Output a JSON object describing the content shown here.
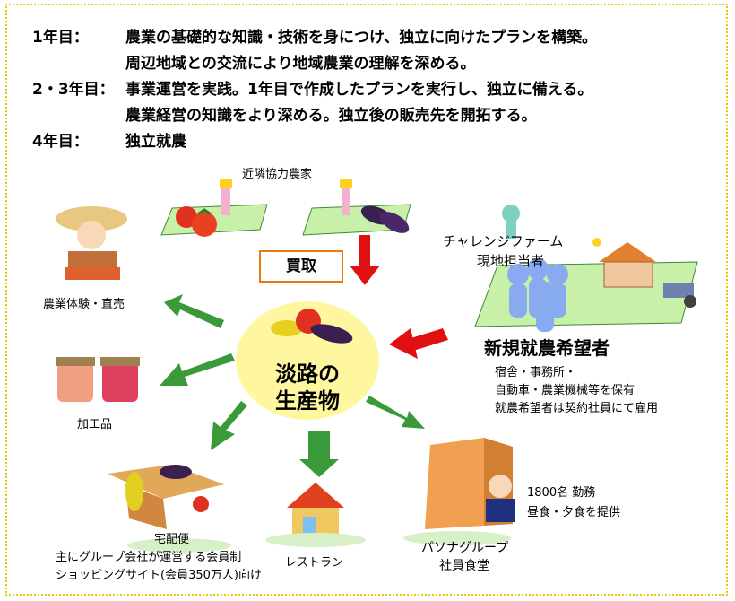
{
  "plan": [
    {
      "year": "1年目：",
      "lines": [
        "農業の基礎的な知識・技術を身につけ、独立に向けたプランを構築。",
        "周辺地域との交流により地域農業の理解を深める。"
      ]
    },
    {
      "year": "2・3年目：",
      "lines": [
        "事業運営を実践。1年目で作成したプランを実行し、独立に備える。",
        "農業経営の知識をより深める。独立後の販売先を開拓する。"
      ]
    },
    {
      "year": "4年目：",
      "lines": [
        "独立就農"
      ]
    }
  ],
  "labels": {
    "neighbor_farmers": "近隣協力農家",
    "purchase": "買取",
    "challenge_farm_1": "チャレンジファーム",
    "challenge_farm_2": "現地担当者",
    "new_farmers": "新規就農希望者",
    "new_farmers_detail_1": "宿舎・事務所・",
    "new_farmers_detail_2": "自動車・農業機械等を保有",
    "new_farmers_detail_3": "就農希望者は契約社員にて雇用",
    "center_1": "淡路の",
    "center_2": "生産物",
    "experience": "農業体験・直売",
    "processed": "加工品",
    "delivery": "宅配便",
    "delivery_detail_1": "主にグループ会社が運営する会員制",
    "delivery_detail_2": "ショッピングサイト(会員350万人)向け",
    "restaurant": "レストラン",
    "pasona_1": "パソナグループ",
    "pasona_2": "社員食堂",
    "staff_1": "1800名 勤務",
    "staff_2": "昼食・夕食を提供"
  },
  "colors": {
    "green_arrow": "#3a9a3a",
    "red_arrow": "#e01010",
    "center_fill": "#fff6a0",
    "border": "#e8c800"
  }
}
